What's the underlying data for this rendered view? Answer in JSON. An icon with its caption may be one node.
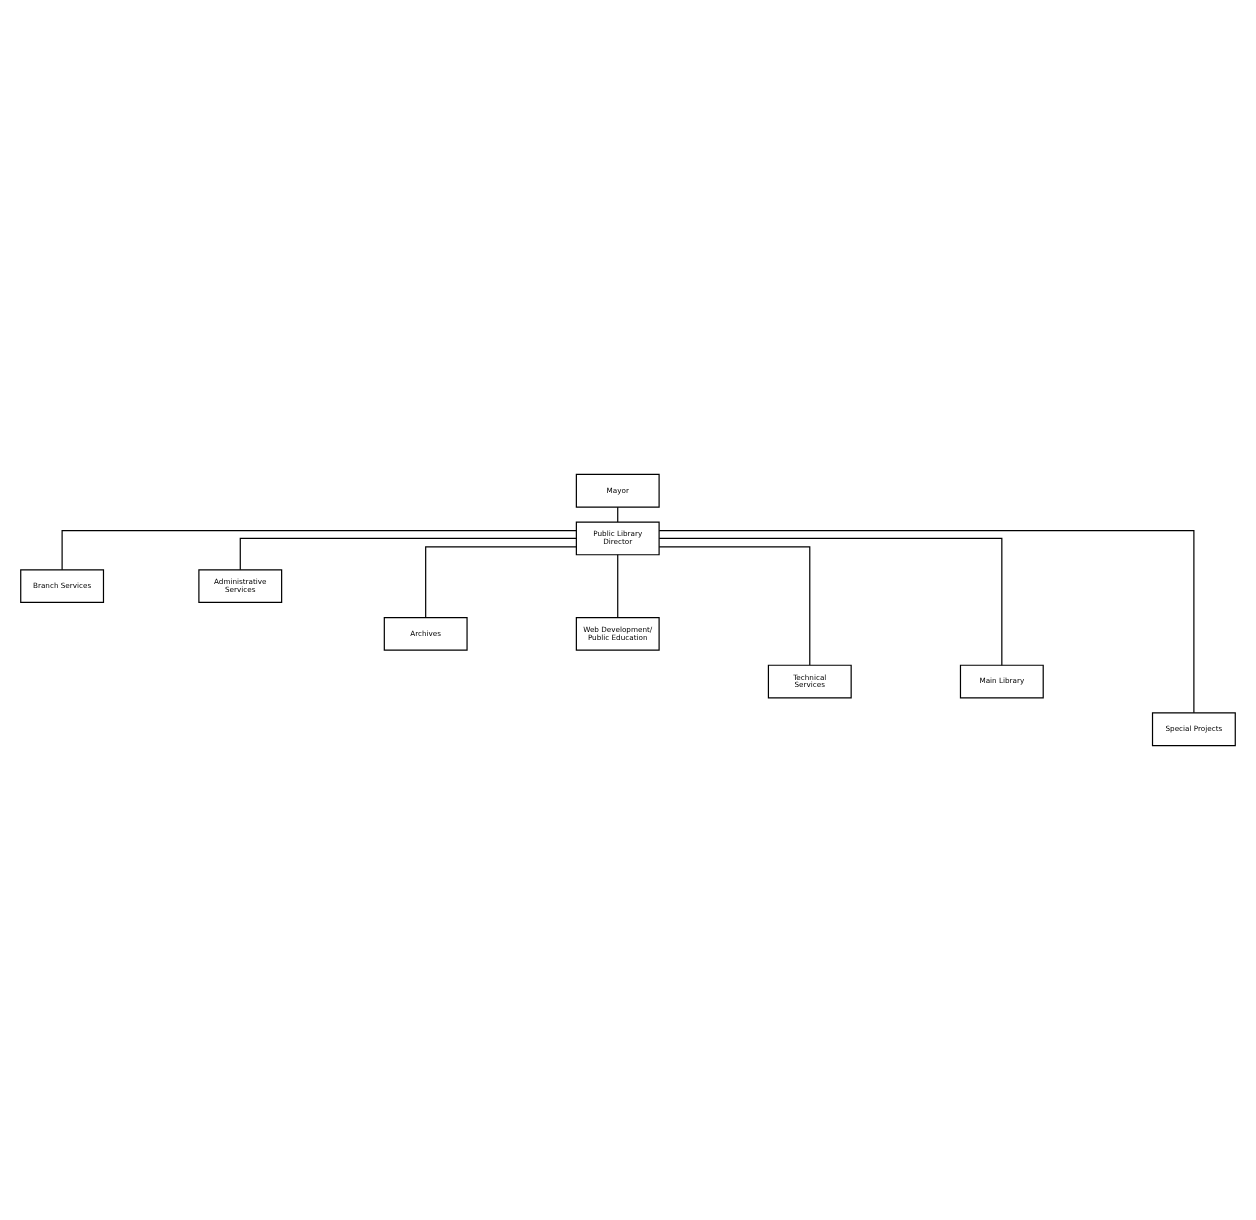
{
  "diagram": {
    "nodes": [
      {
        "text": [
          "Mayor"
        ]
      },
      {
        "text": [
          "Public Library Director"
        ]
      },
      {
        "text": [
          "Branch Services"
        ]
      },
      {
        "text": [
          "Administrative Services"
        ]
      },
      {
        "text": [
          "Archives"
        ]
      },
      {
        "text": [
          "Web Development/ Public Education"
        ]
      },
      {
        "text": [
          "Technical Services"
        ]
      },
      {
        "text": [
          "Main Library"
        ]
      },
      {
        "text": [
          "Special Projects"
        ]
      }
    ],
    "edges": [
      {
        "from": 0,
        "to": 1,
        "arrow": "none"
      },
      {
        "from": 1,
        "to": 2,
        "arrow": "none"
      },
      {
        "from": 1,
        "to": 3,
        "arrow": "none"
      },
      {
        "from": 1,
        "to": 4,
        "arrow": "none"
      },
      {
        "from": 1,
        "to": 5,
        "arrow": "none"
      },
      {
        "from": 1,
        "to": 6,
        "arrow": "none"
      },
      {
        "from": 1,
        "to": 7,
        "arrow": "none"
      },
      {
        "from": 1,
        "to": 8,
        "arrow": "none"
      }
    ]
  }
}
